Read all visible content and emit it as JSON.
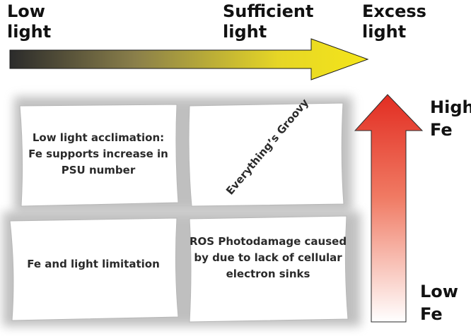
{
  "light_axis": {
    "low": [
      "Low",
      "light"
    ],
    "sufficient": [
      "Sufficient",
      "light"
    ],
    "excess": [
      "Excess",
      "light"
    ]
  },
  "fe_axis": {
    "high": [
      "High",
      "Fe"
    ],
    "low": [
      "Low",
      "Fe"
    ]
  },
  "cells": {
    "top_left": [
      "Low light acclimation:",
      "Fe supports increase in",
      "PSU number"
    ],
    "top_right": "Everything’s Groovy",
    "bottom_left": "Fe and light limitation",
    "bottom_right": [
      "ROS Photodamage caused",
      "by  due to lack of cellular",
      "electron sinks"
    ]
  },
  "colors": {
    "light_arrow_start": "#2b2b2b",
    "light_arrow_end": "#f2e21a",
    "fe_arrow_top": "#e8352a",
    "fe_arrow_bottom": "#ffffff"
  }
}
